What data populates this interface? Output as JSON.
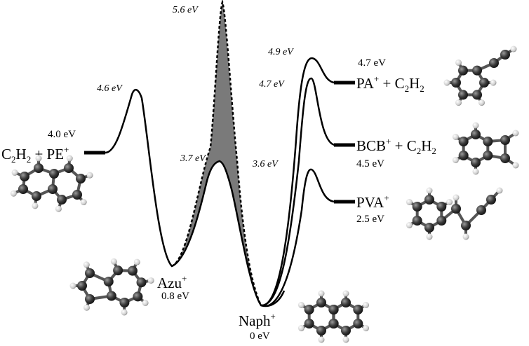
{
  "species": {
    "c2h2_pe": {
      "left": "C",
      "sub1": "2",
      "mid": "H",
      "sub2": "2",
      "rest": " + PE",
      "sup": "+",
      "energy": "4.0 eV"
    },
    "azu": {
      "name": "Azu",
      "sup": "+",
      "energy": "0.8 eV"
    },
    "naph": {
      "name": "Naph",
      "sup": "+",
      "energy": "0 eV"
    },
    "pa": {
      "name": "PA",
      "sup": "+",
      "rest": " + C",
      "sub1": "2",
      "mid": "H",
      "sub2": "2",
      "energy": "4.7 eV"
    },
    "bcb": {
      "name": "BCB",
      "sup": "+",
      "rest": " + C",
      "sub1": "2",
      "mid": "H",
      "sub2": "2",
      "energy": "4.5 eV"
    },
    "pva": {
      "name": "PVA",
      "sup": "+",
      "energy": "2.5 eV"
    }
  },
  "barriers": {
    "pe_ts": "4.6 eV",
    "azu_naph_upper": "5.6 eV",
    "azu_naph_lower": "3.7 eV",
    "pa_ts": "4.9 eV",
    "bcb_ts": "4.7 eV",
    "pva_ts": "3.6 eV"
  },
  "colors": {
    "curve": "#000000",
    "shaded_region": "#7a7a7a",
    "atom_c": "#2b2b2b",
    "atom_h": "#d8d8d8"
  },
  "molecule_icons": [
    "pentalene-like-icon",
    "azulene-icon",
    "naphthalene-icon",
    "phenylacetylene-icon",
    "benzocyclobutadiene-icon",
    "phenylvinylacetylene-icon"
  ]
}
